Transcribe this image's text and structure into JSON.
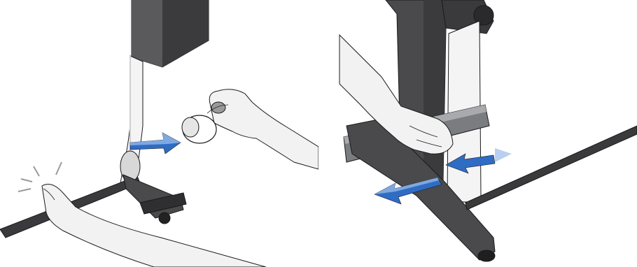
{
  "figure": {
    "panels": [
      {
        "id": "left",
        "content": "illustration"
      },
      {
        "id": "right",
        "content": "illustration"
      }
    ]
  },
  "colors": {
    "background": "#ffffff",
    "printer_body": "#4a4a4c",
    "printer_body_dark": "#2f2f31",
    "printer_body_light": "#6a6a6c",
    "stand_bar": "#7a7c80",
    "stand_bar_light": "#a8aaae",
    "paper": "#f4f4f4",
    "paper_shadow": "#c9c9c9",
    "skin": "#f2f2f2",
    "skin_shadow": "#cfcfcf",
    "outline": "#1a1a1a",
    "arrow_blue": "#2f6cc4",
    "arrow_blue_light": "#7fa8e0",
    "arrow_blue_pale": "#b9cff0",
    "spark": "#9a9a9a"
  }
}
